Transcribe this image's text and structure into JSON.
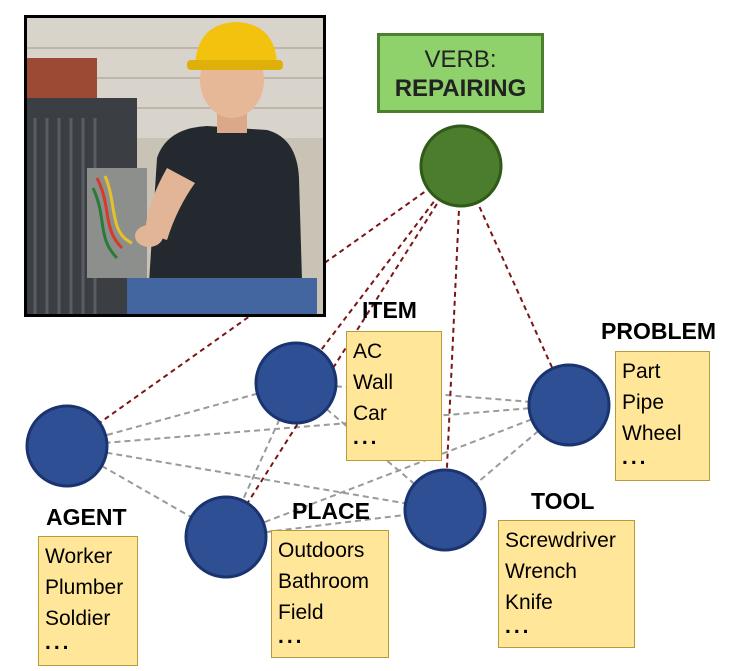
{
  "verb": {
    "prefix": "VERB:",
    "name": "REPAIRING"
  },
  "colors": {
    "verb_node": "#4b7d2d",
    "role_node": "#2e4f93",
    "verb_edge": "#7a1515",
    "role_edge": "#9a9a9a",
    "list_fill": "#ffe699"
  },
  "photo": {
    "subject": "worker in yellow hard hat repairing an air conditioner"
  },
  "roles": {
    "item": {
      "label": "ITEM",
      "values": [
        "AC",
        "Wall",
        "Car"
      ],
      "more": "..."
    },
    "problem": {
      "label": "PROBLEM",
      "values": [
        "Part",
        "Pipe",
        "Wheel"
      ],
      "more": "..."
    },
    "agent": {
      "label": "AGENT",
      "values": [
        "Worker",
        "Plumber",
        "Soldier"
      ],
      "more": "..."
    },
    "place": {
      "label": "PLACE",
      "values": [
        "Outdoors",
        "Bathroom",
        "Field"
      ],
      "more": "..."
    },
    "tool": {
      "label": "TOOL",
      "values": [
        "Screwdriver",
        "Wrench",
        "Knife"
      ],
      "more": "..."
    }
  }
}
